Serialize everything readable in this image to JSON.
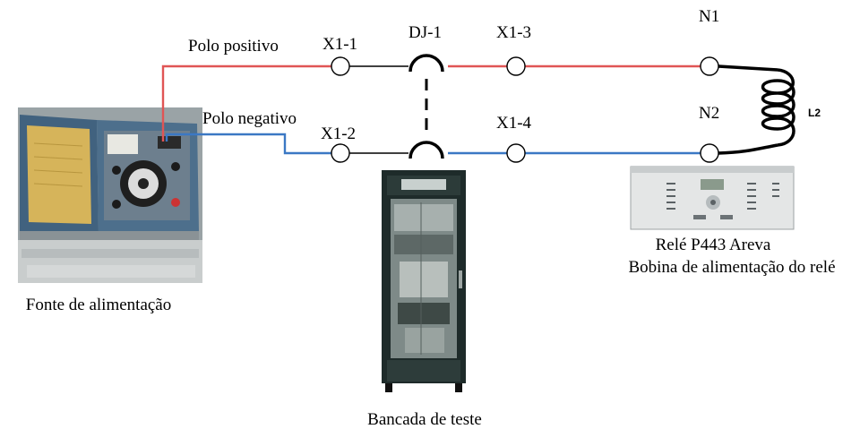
{
  "labels": {
    "polo_positivo": "Polo positivo",
    "polo_negativo": "Polo negativo",
    "x1_1": "X1-1",
    "x1_2": "X1-2",
    "dj_1": "DJ-1",
    "x1_3": "X1-3",
    "x1_4": "X1-4",
    "n1": "N1",
    "n2": "N2",
    "l2": "L2",
    "rele_line1": "Relé P443 Areva",
    "rele_line2": "Bobina de alimentação do relé",
    "fonte": "Fonte de alimentação",
    "bancada": "Bancada de teste"
  },
  "colors": {
    "positive_wire": "#e05555",
    "negative_wire": "#3b78c4",
    "wire_black": "#000000"
  },
  "icons": {
    "power_supply": "power-supply-photo",
    "test_bench": "test-bench-cabinet-photo",
    "relay": "relay-p443-photo",
    "coil": "inductor-coil-icon",
    "breaker": "circuit-breaker-icon"
  }
}
